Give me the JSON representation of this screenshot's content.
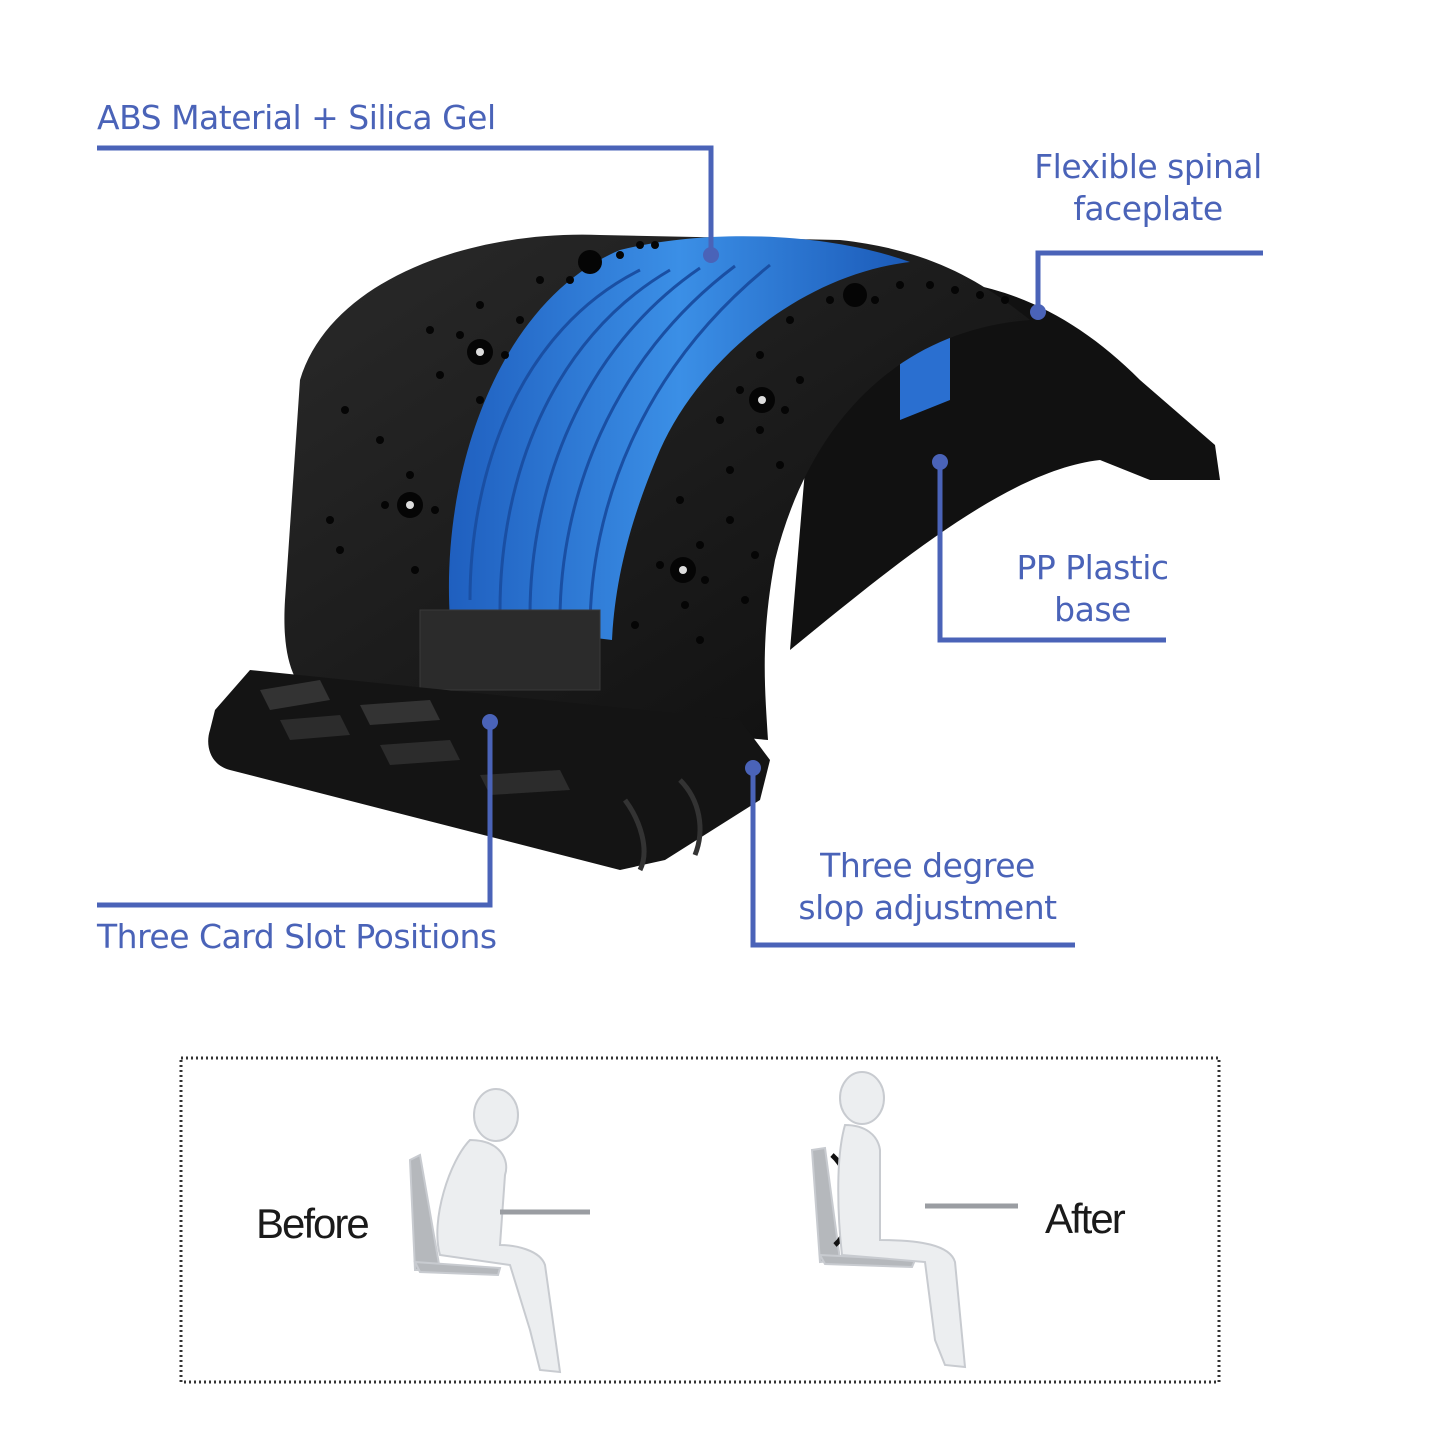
{
  "callouts": {
    "abs_material": "ABS Material + Silica Gel",
    "faceplate_line1": "Flexible spinal",
    "faceplate_line2": "faceplate",
    "base_line1": "PP Plastic",
    "base_line2": "base",
    "slop_line1": "Three degree",
    "slop_line2": "slop adjustment",
    "card_slot": "Three Card Slot Positions"
  },
  "comparison": {
    "before_label": "Before",
    "after_label": "After"
  },
  "colors": {
    "callout_blue": "#4a63b8",
    "product_black": "#1a1a1a",
    "product_blue": "#2f7fd6"
  }
}
